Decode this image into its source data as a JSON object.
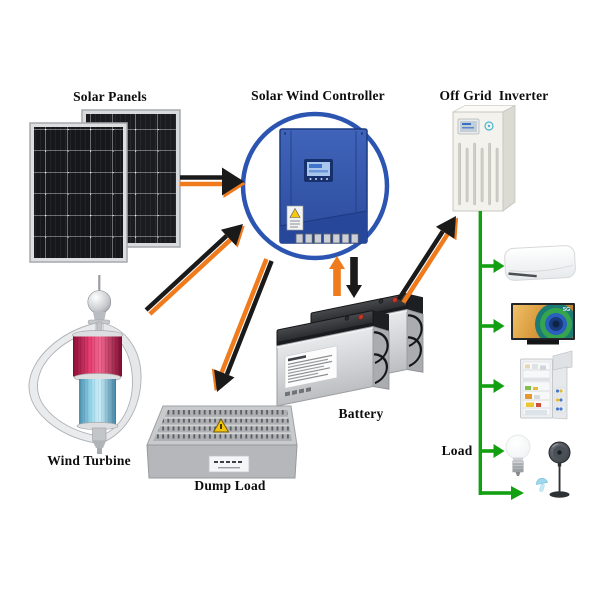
{
  "components": {
    "solar_panels": {
      "label": "Solar Panels"
    },
    "solar_wind_controller": {
      "label": "Solar Wind Controller"
    },
    "off_grid_inverter": {
      "label": "Off Grid  Inverter"
    },
    "wind_turbine": {
      "label": "Wind Turbine"
    },
    "dump_load": {
      "label": "Dump Load"
    },
    "battery": {
      "label": "Battery"
    },
    "load": {
      "label": "Load"
    }
  },
  "load_items": [
    {
      "name": "air-conditioner"
    },
    {
      "name": "tv",
      "badge": "5G"
    },
    {
      "name": "refrigerator"
    },
    {
      "name": "light-bulb"
    },
    {
      "name": "stand-fan"
    }
  ],
  "connections": [
    {
      "from": "solar-panels",
      "to": "solar-wind-controller",
      "style": "orange-black-arrow"
    },
    {
      "from": "wind-turbine",
      "to": "solar-wind-controller",
      "style": "orange-black-arrow"
    },
    {
      "from": "solar-wind-controller",
      "to": "dump-load",
      "style": "orange-black-arrow"
    },
    {
      "from": "solar-wind-controller",
      "to": "battery",
      "style": "black-arrow"
    },
    {
      "from": "battery",
      "to": "solar-wind-controller",
      "style": "orange-arrow"
    },
    {
      "from": "battery",
      "to": "off-grid-inverter",
      "style": "orange-black-arrow"
    },
    {
      "from": "off-grid-inverter",
      "to": "load",
      "style": "green-arrows"
    }
  ],
  "colors": {
    "orange": "#f07b1d",
    "black": "#1a1a1a",
    "green": "#12a012",
    "circle_blue": "#2b55b0",
    "controller_blue": "#3156ac"
  }
}
